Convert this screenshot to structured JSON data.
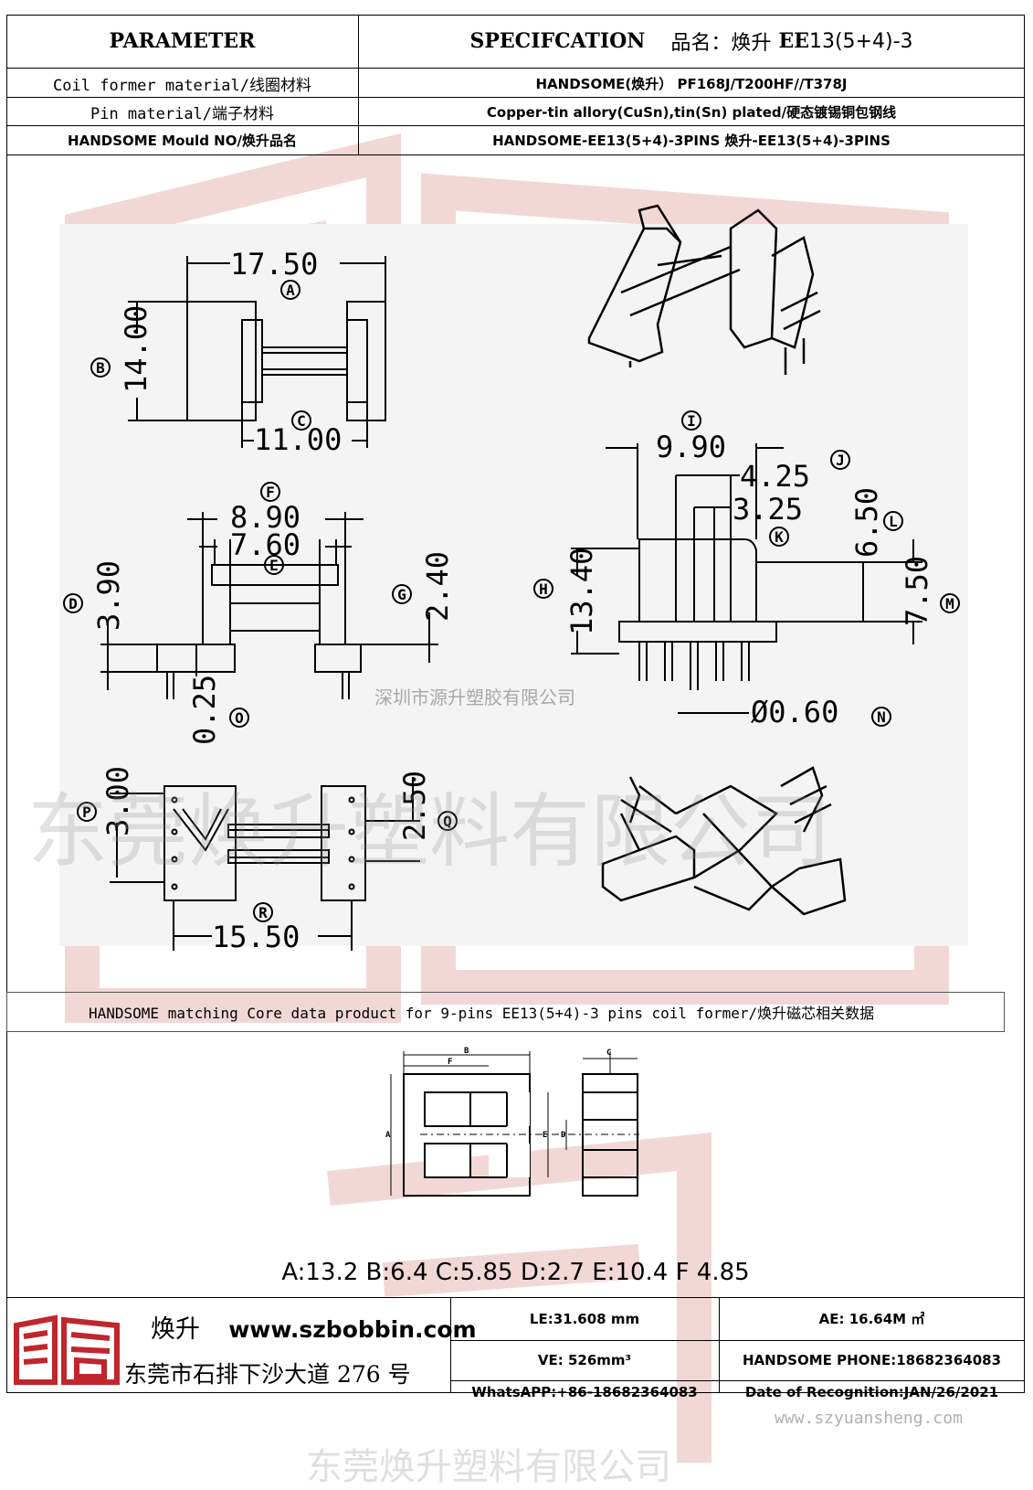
{
  "header": {
    "parameter_label": "PARAMETER",
    "specification_label": "SPECIFCATION",
    "product_name_label": "品名：焕升",
    "product_model_prefix": "EE",
    "product_model_rest": "13(5+4)-3"
  },
  "spec_rows": [
    {
      "label": "Coil former material/线圈材料",
      "value": "HANDSOME(焕升）   PF168J/T200HF//T378J"
    },
    {
      "label": "Pin material/端子材料",
      "value": "Copper-tin allory(CuSn),tin(Sn) plated/硬态镀锡铜包钢线"
    },
    {
      "label": "HANDSOME Mould NO/焕升品名",
      "value": "HANDSOME-EE13(5+4)-3PINS    焕升-EE13(5+4)-3PINS"
    }
  ],
  "drawing": {
    "dims": {
      "A": "17.50",
      "B": "14.00",
      "C": "11.00",
      "F": "8.90",
      "E": "7.60",
      "D": "3.90",
      "G": "2.40",
      "O": "0.25",
      "I": "9.90",
      "J": "4.25",
      "K": "3.25",
      "L": "6.50",
      "H": "13.40",
      "M": "7.50",
      "N": "Ø0.60",
      "P": "3.00",
      "Q": "2.50",
      "R": "15.50"
    },
    "labels": [
      "A",
      "B",
      "C",
      "D",
      "E",
      "F",
      "G",
      "H",
      "I",
      "J",
      "K",
      "L",
      "M",
      "N",
      "O",
      "P",
      "Q",
      "R"
    ],
    "watermark_small": "深圳市源升塑胶有限公司",
    "watermark_large": "东莞焕升塑料有限公司"
  },
  "core_section": {
    "title": "HANDSOME matching Core data  product for 9-pins EE13(5+4)-3 pins coil former/焕升磁芯相关数据",
    "core_letters": [
      "A",
      "B",
      "C",
      "D",
      "E",
      "F"
    ],
    "values": "A:13.2 B:6.4 C:5.85 D:2.7 E:10.4 F 4.85"
  },
  "footer": {
    "brand": "焕升",
    "website": "www.szbobbin.com",
    "address": "东莞市石排下沙大道 276 号",
    "le": "LE:31.608 mm",
    "ae": "AE: 16.64M ㎡",
    "ve": "VE: 526mm³",
    "phone": "HANDSOME PHONE:18682364083",
    "whatsapp": "WhatsAPP:+86-18682364083",
    "date": "Date of Recognition:JAN/26/2021",
    "watermark_url": "www.szyuansheng.com",
    "bottom_watermark": "东莞焕升塑料有限公司"
  },
  "colors": {
    "logo_red": "#c0262d",
    "watermark_red": "#d98a8a",
    "grid_line": "#000000"
  }
}
